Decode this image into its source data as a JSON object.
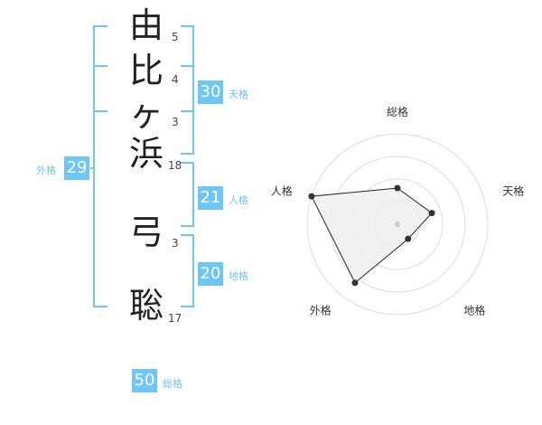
{
  "name": {
    "chars": [
      {
        "char": "由",
        "strokes": "5"
      },
      {
        "char": "比",
        "strokes": "4"
      },
      {
        "char": "ヶ",
        "strokes": "3"
      },
      {
        "char": "浜",
        "strokes": "18"
      },
      {
        "char": "弓",
        "strokes": "3"
      },
      {
        "char": "聡",
        "strokes": "17"
      }
    ]
  },
  "kaku": {
    "tenkaku": {
      "value": "30",
      "label": "天格"
    },
    "jinkaku": {
      "value": "21",
      "label": "人格"
    },
    "chikaku": {
      "value": "20",
      "label": "地格"
    },
    "gaikaku": {
      "value": "29",
      "label": "外格"
    },
    "soukaku": {
      "value": "50",
      "label": "総格"
    }
  },
  "chart_data": {
    "type": "radar",
    "axes": [
      "総格",
      "天格",
      "地格",
      "外格",
      "人格"
    ],
    "values": [
      2,
      2,
      1,
      4,
      5
    ],
    "rmax": 5,
    "rings": 4,
    "colors": {
      "bracket": "#6ec6f5",
      "polygon_fill": "#efefef",
      "ring": "#dddddd",
      "point": "#333333"
    }
  }
}
